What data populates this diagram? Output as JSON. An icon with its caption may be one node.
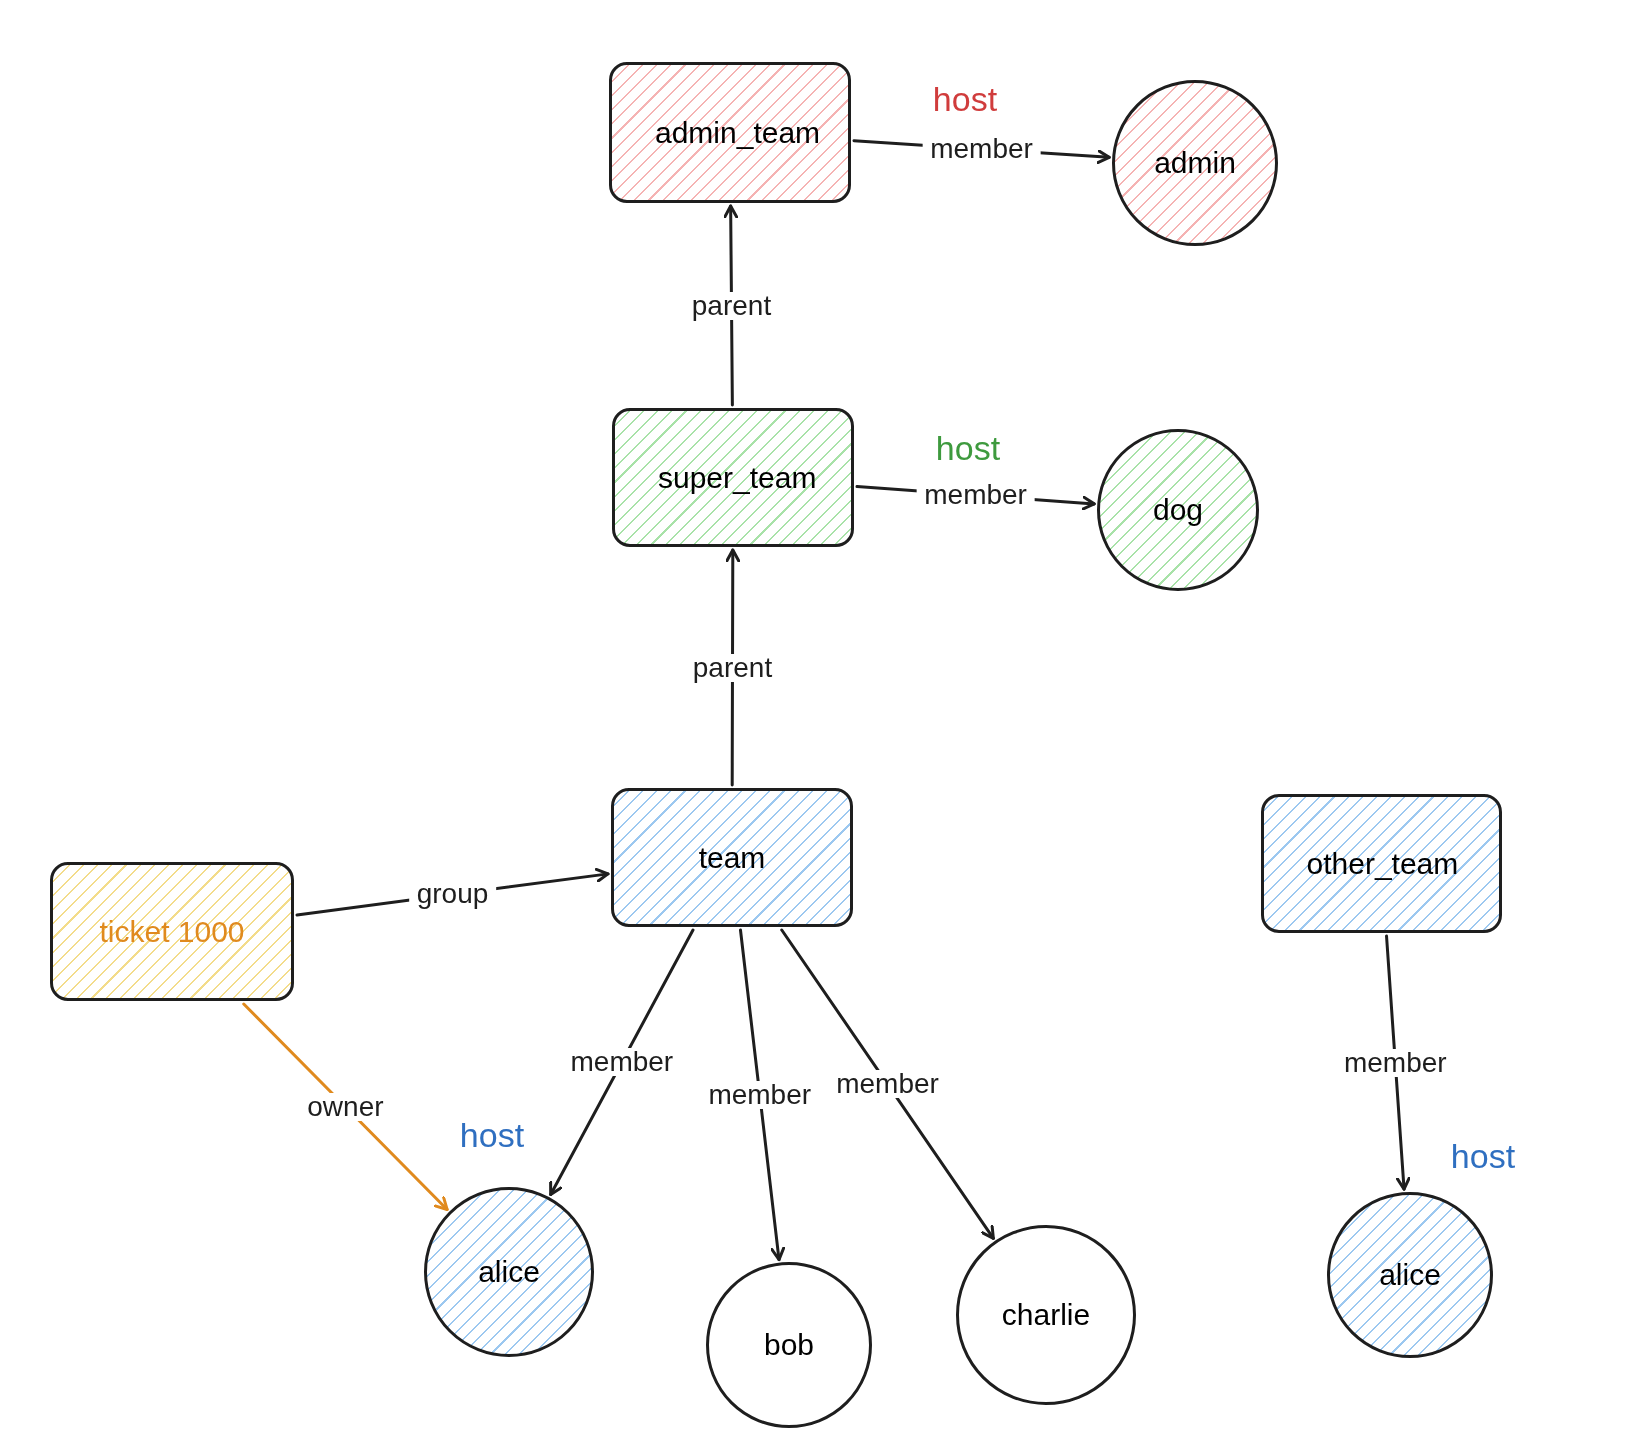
{
  "diagram": {
    "nodes": [
      {
        "text": [
          "admin_team"
        ]
      },
      {
        "text": [
          "admin"
        ],
        "beside": [
          "host"
        ]
      },
      {
        "text": [
          "super_team"
        ]
      },
      {
        "text": [
          "dog"
        ],
        "beside": [
          "host"
        ]
      },
      {
        "text": [
          "ticket 1000"
        ]
      },
      {
        "text": [
          "team"
        ]
      },
      {
        "text": [
          "other_team"
        ]
      },
      {
        "text": [
          "alice"
        ],
        "beside": [
          "host"
        ]
      },
      {
        "text": [
          "bob"
        ]
      },
      {
        "text": [
          "charlie"
        ]
      },
      {
        "text": [
          "alice"
        ],
        "beside": [
          "host"
        ]
      }
    ],
    "edges": [
      {
        "from": 0,
        "to": 1,
        "arrow": "to",
        "label": "member"
      },
      {
        "from": 2,
        "to": 0,
        "arrow": "to",
        "label": "parent"
      },
      {
        "from": 2,
        "to": 3,
        "arrow": "to",
        "label": "member"
      },
      {
        "from": 5,
        "to": 2,
        "arrow": "to",
        "label": "parent"
      },
      {
        "from": 4,
        "to": 5,
        "arrow": "to",
        "label": "group"
      },
      {
        "from": 4,
        "to": 7,
        "arrow": "to",
        "label": "owner",
        "color": "#e08a1e"
      },
      {
        "from": 5,
        "to": 7,
        "arrow": "to",
        "label": "member"
      },
      {
        "from": 5,
        "to": 8,
        "arrow": "to",
        "label": "member"
      },
      {
        "from": 5,
        "to": 9,
        "arrow": "to",
        "label": "member"
      },
      {
        "from": 6,
        "to": 10,
        "arrow": "to",
        "label": "member"
      }
    ]
  }
}
